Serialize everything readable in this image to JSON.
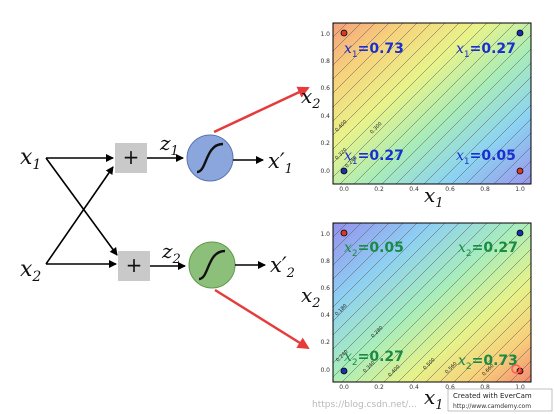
{
  "network": {
    "inputs": {
      "x1": "x",
      "x1_sub": "1",
      "x2": "x",
      "x2_sub": "2"
    },
    "sum_symbol": "+",
    "z1": "z",
    "z1_sub": "1",
    "z2": "z",
    "z2_sub": "2",
    "out1": "x′",
    "out1_sub": "1",
    "out2": "x′",
    "out2_sub": "2"
  },
  "colors": {
    "neuron1_fill": "#8aa6dc",
    "neuron2_fill": "#8cc07a",
    "sum_box": "#c9c9c9",
    "callout_arrow": "#e63b3b",
    "plot1_text": "#1a2fd0",
    "plot2_text": "#1a8a45"
  },
  "plot1": {
    "y_axis": "x",
    "y_sub": "2",
    "x_axis": "x",
    "x_sub": "1",
    "yticks": [
      "1.0",
      "0.8",
      "0.6",
      "0.4",
      "0.2",
      "0.0"
    ],
    "xticks": [
      "0.0",
      "0.2",
      "0.4",
      "0.6",
      "0.8",
      "1.0"
    ],
    "contour_labels": [
      "0.400",
      "0.300",
      "0.320",
      "0.240"
    ],
    "annotations": [
      {
        "prefix": "x",
        "sub": "1",
        "value": "=0.73"
      },
      {
        "prefix": "x",
        "sub": "1",
        "value": "=0.27"
      },
      {
        "prefix": "x",
        "sub": "1",
        "value": "=0.27"
      },
      {
        "prefix": "x",
        "sub": "1",
        "value": "=0.05"
      }
    ]
  },
  "plot2": {
    "y_axis": "x",
    "y_sub": "2",
    "x_axis": "x",
    "x_sub": "1",
    "yticks": [
      "1.0",
      "0.8",
      "0.6",
      "0.4",
      "0.2",
      "0.0"
    ],
    "xticks": [
      "0.0",
      "0.2",
      "0.4",
      "0.6",
      "0.8",
      "1.0"
    ],
    "contour_labels": [
      "0.180",
      "0.280",
      "0.240",
      "0.340",
      "0.400",
      "0.500",
      "0.560",
      "0.660"
    ],
    "annotations": [
      {
        "prefix": "x",
        "sub": "2",
        "value": "=0.05"
      },
      {
        "prefix": "x",
        "sub": "2",
        "value": "=0.27"
      },
      {
        "prefix": "x",
        "sub": "2",
        "value": "=0.27"
      },
      {
        "prefix": "x",
        "sub": "2",
        "value": "=0.73"
      }
    ]
  },
  "watermark": {
    "line1": "Created with EverCam",
    "line2": "http://www.camdemy.com",
    "csdn": "https://blog.csdn.net/..."
  }
}
